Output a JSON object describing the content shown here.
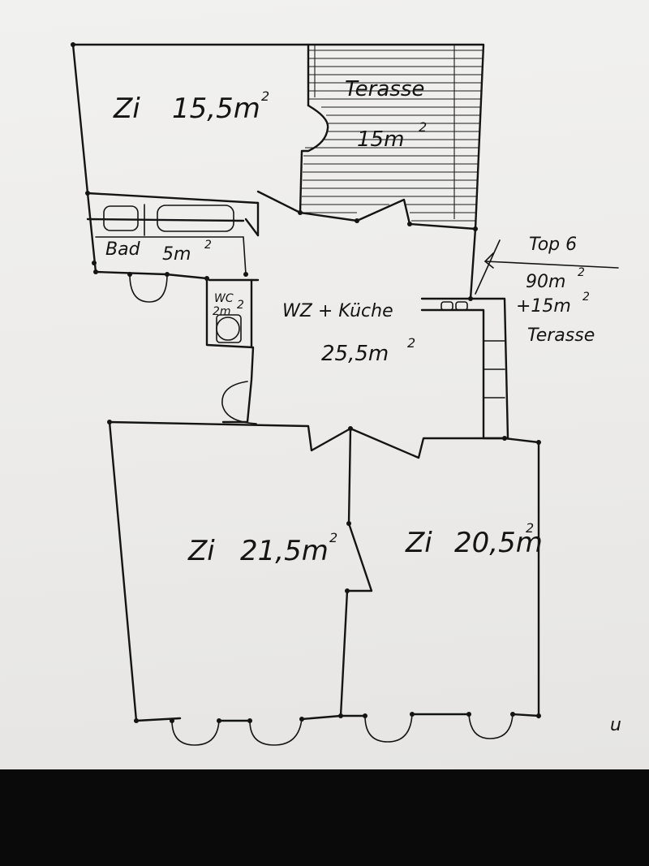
{
  "plan": {
    "room_top_left": {
      "name": "Zi",
      "area": "15,5m"
    },
    "terrace": {
      "name": "Terasse",
      "area": "15m"
    },
    "bath": {
      "name": "Bad",
      "area": "5m"
    },
    "wc": {
      "name": "WC",
      "area": "2m"
    },
    "living": {
      "name": "WZ + Küche",
      "area": "25,5m"
    },
    "room_bottom_left": {
      "name": "Zi",
      "area": "21,5m"
    },
    "room_bottom_right": {
      "name": "Zi",
      "area": "20,5m"
    },
    "summary": {
      "unit": "Top 6",
      "area": "90m",
      "terrace_area": "+15m",
      "terrace_label": "Terasse"
    },
    "squared": "2",
    "corner_mark": "u"
  }
}
